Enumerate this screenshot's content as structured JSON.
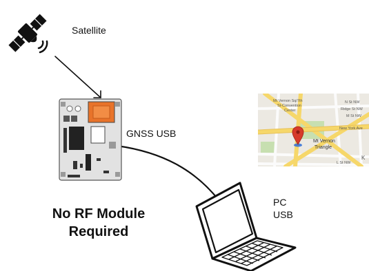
{
  "labels": {
    "satellite": "Satellite",
    "gnss_usb": "GNSS USB",
    "pc": "PC",
    "usb": "USB",
    "no_rf_line1": "No RF Module",
    "no_rf_line2": "Required"
  },
  "map": {
    "labels": [
      "Mt Vernon Sq/7th",
      "St-Convention",
      "Center",
      "N St NW",
      "Ridge St NW",
      "M St NW",
      "New York Ave",
      "Mt Vernon",
      "Triangle",
      "L St NW",
      "K"
    ]
  },
  "colors": {
    "board": "#e2e2e2",
    "board_stroke": "#555555",
    "chip_orange": "#e8732a",
    "map_bg": "#ece9e2",
    "road_yellow": "#f6d76a",
    "road_white": "#fbfbfb",
    "park_green": "#c7dfb0",
    "pin_red": "#d63a2a",
    "pin_blue": "#2f6fd8"
  },
  "icons": [
    "satellite-icon",
    "gnss-board-icon",
    "laptop-icon",
    "map-location-icon"
  ]
}
